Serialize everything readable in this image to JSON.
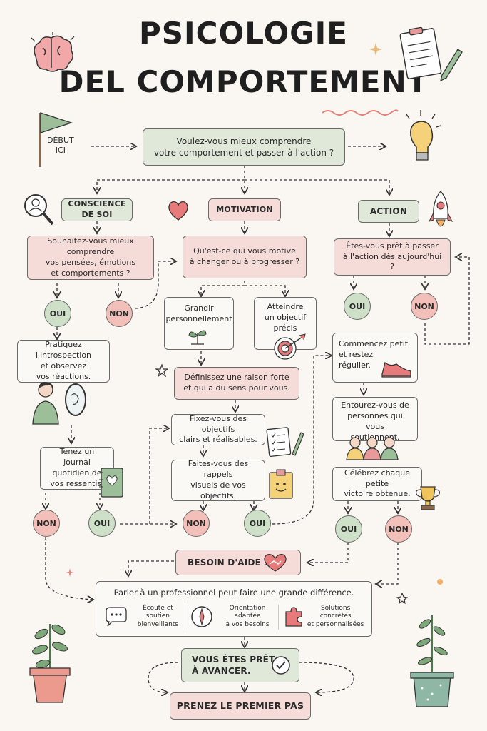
{
  "title": {
    "line1": "PSICOLOGIE",
    "line2": "DEL COMPORTEMENT"
  },
  "start": {
    "label": "DÉBUT\nICI"
  },
  "question": "Voulez-vous mieux comprendre\nvotre comportement et passer à l'action ?",
  "columns": {
    "left": {
      "header": "CONSCIENCE DE SOI",
      "question": "Souhaitez-vous mieux comprendre\nvos pensées, émotions\net comportements ?",
      "yes": "OUI",
      "no": "NON",
      "step1": "Pratiquez l'introspection\net observez\nvos réactions.",
      "step2": "Tenez un journal\nquotidien de\nvos ressentis.",
      "bottom_no": "NON",
      "bottom_yes": "OUI"
    },
    "middle": {
      "header": "MOTIVATION",
      "question": "Qu'est-ce qui vous motive\nà changer ou à progresser ?",
      "option1": "Grandir\npersonnellement",
      "option2": "Atteindre\nun objectif\nprécis",
      "step1": "Définissez une raison forte\net qui a du sens pour vous.",
      "step2": "Fixez-vous des objectifs\nclairs et réalisables.",
      "step3": "Faites-vous des rappels\nvisuels de vos objectifs.",
      "bottom_no": "NON",
      "bottom_yes": "OUI"
    },
    "right": {
      "header": "ACTION",
      "question": "Êtes-vous prêt à passer\nà l'action dès aujourd'hui ?",
      "yes": "OUI",
      "no": "NON",
      "step1": "Commencez petit\net restez\nrégulier.",
      "step2": "Entourez-vous de\npersonnes qui vous\nsoutiennent.",
      "step3": "Célébrez chaque petite\nvictoire obtenue.",
      "bottom_yes": "OUI",
      "bottom_no": "NON"
    }
  },
  "help": {
    "label": "BESOIN D'AIDE ?",
    "intro": "Parler à un professionnel peut faire une grande différence.",
    "items": [
      {
        "icon": "speech-bubble-icon",
        "text": "Écoute et soutien\nbienveillants"
      },
      {
        "icon": "compass-icon",
        "text": "Orientation adaptée\nà vos besoins"
      },
      {
        "icon": "puzzle-icon",
        "text": "Solutions concrètes\net personnalisées"
      }
    ]
  },
  "ready": "VOUS ÊTES PRÊT\nÀ AVANCER.",
  "final": "PRENEZ LE PREMIER PAS",
  "colors": {
    "green": "#dfe8d9",
    "pink": "#f6dcd8",
    "oui": "#cfe0c8",
    "non": "#f2bfb9",
    "bg": "#faf6f1"
  }
}
